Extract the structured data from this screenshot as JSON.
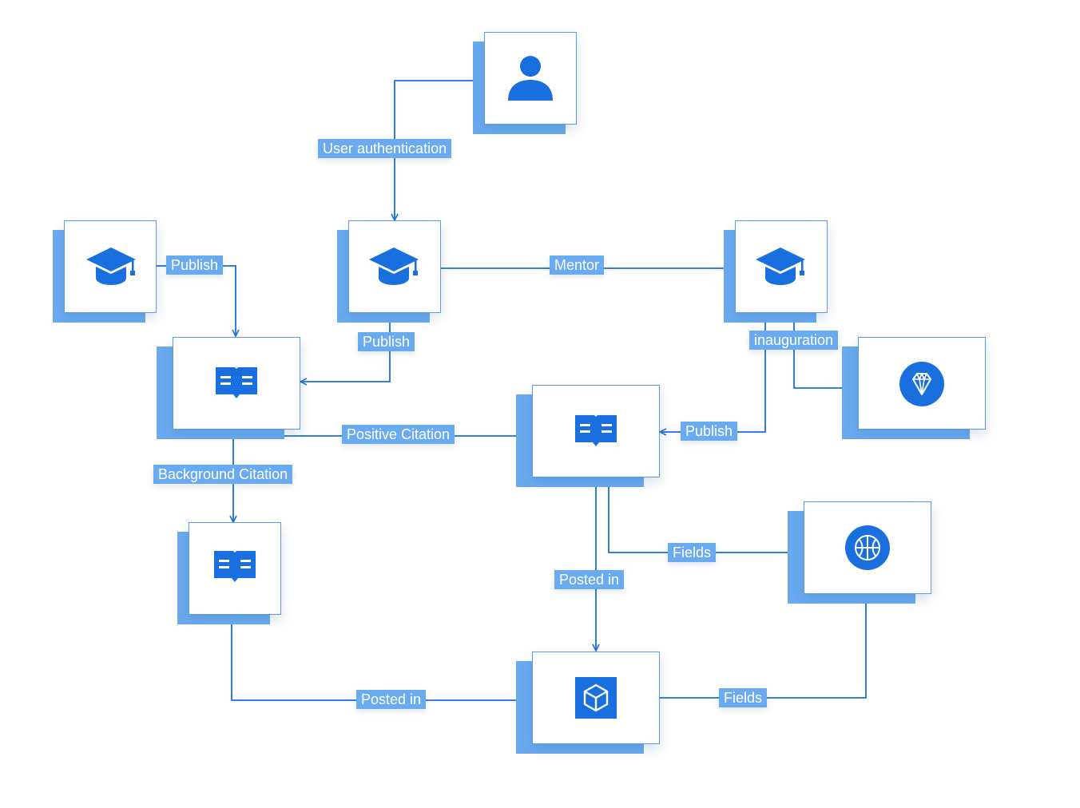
{
  "colors": {
    "primary": "#1a6fde",
    "accent": "#6aaaee",
    "edge": "#1a6fde",
    "background": "#ffffff"
  },
  "nodes": [
    {
      "id": "user",
      "icon": "user-icon"
    },
    {
      "id": "scholar-left",
      "icon": "graduation-cap-icon"
    },
    {
      "id": "scholar-center",
      "icon": "graduation-cap-icon"
    },
    {
      "id": "scholar-right",
      "icon": "graduation-cap-icon"
    },
    {
      "id": "paper-left",
      "icon": "open-book-icon"
    },
    {
      "id": "paper-center",
      "icon": "open-book-icon"
    },
    {
      "id": "paper-bottom",
      "icon": "open-book-icon"
    },
    {
      "id": "award",
      "icon": "diamond-icon"
    },
    {
      "id": "field",
      "icon": "basketball-icon"
    },
    {
      "id": "venue",
      "icon": "cube-icon"
    }
  ],
  "edges": [
    {
      "id": "user-auth",
      "from": "user",
      "to": "scholar-center",
      "label": "User authentication"
    },
    {
      "id": "publish-left",
      "from": "scholar-left",
      "to": "paper-left",
      "label": "Publish"
    },
    {
      "id": "publish-center",
      "from": "scholar-center",
      "to": "paper-left",
      "label": "Publish"
    },
    {
      "id": "mentor",
      "from": "scholar-center",
      "to": "scholar-right",
      "label": "Mentor"
    },
    {
      "id": "inauguration",
      "from": "scholar-right",
      "to": "award",
      "label": "inauguration"
    },
    {
      "id": "publish-right",
      "from": "scholar-right",
      "to": "paper-center",
      "label": "Publish"
    },
    {
      "id": "positive-citation",
      "from": "paper-left",
      "to": "paper-center",
      "label": "Positive Citation"
    },
    {
      "id": "background-citation",
      "from": "paper-left",
      "to": "paper-bottom",
      "label": "Background Citation"
    },
    {
      "id": "fields-top",
      "from": "paper-center",
      "to": "field",
      "label": "Fields"
    },
    {
      "id": "posted-in-center",
      "from": "paper-center",
      "to": "venue",
      "label": "Posted in"
    },
    {
      "id": "posted-in-bottom",
      "from": "paper-bottom",
      "to": "venue",
      "label": "Posted in"
    },
    {
      "id": "fields-bottom",
      "from": "venue",
      "to": "field",
      "label": "Fields"
    }
  ]
}
